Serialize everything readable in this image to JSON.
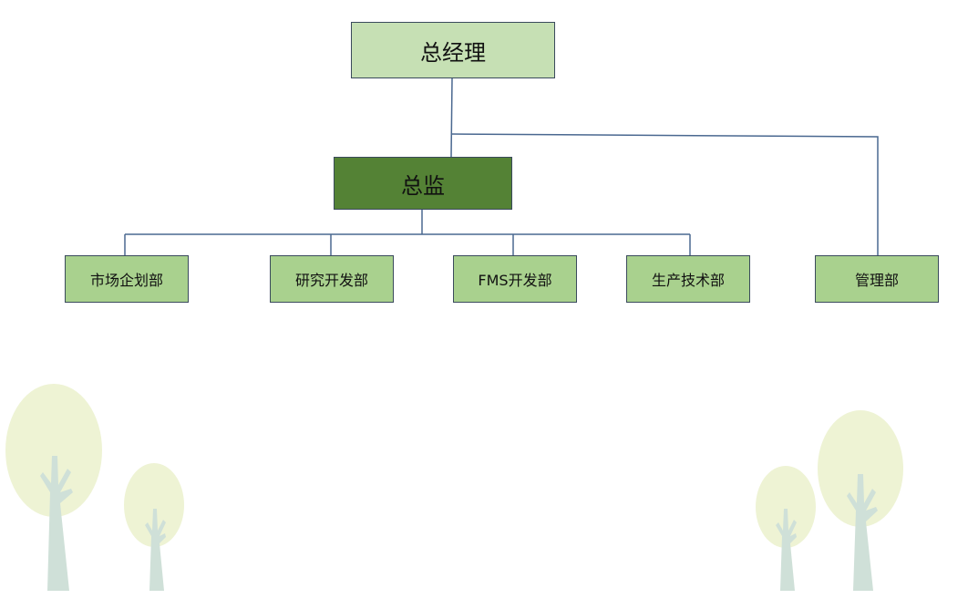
{
  "diagram": {
    "general_manager": {
      "label": "总经理"
    },
    "director": {
      "label": "总监"
    },
    "departments": [
      {
        "label": "市场企划部"
      },
      {
        "label": "研究开发部"
      },
      {
        "label": "FMS开发部"
      },
      {
        "label": "生产技术部"
      },
      {
        "label": "管理部"
      }
    ]
  },
  "colors": {
    "general_manager_fill": "#c6e0b4",
    "director_fill": "#548235",
    "department_fill": "#a9d18e",
    "connector": "#4a6890",
    "tree_crown": "#eef3d4",
    "tree_trunk": "#cfe0d8"
  },
  "decoration": {
    "trees": [
      "tree-icon",
      "tree-icon",
      "tree-icon",
      "tree-icon"
    ]
  }
}
